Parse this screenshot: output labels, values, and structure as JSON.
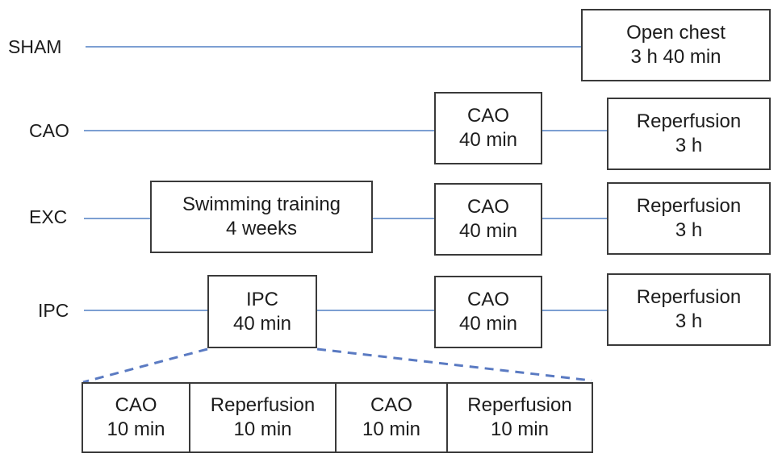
{
  "diagram": {
    "groups": [
      {
        "label": "SHAM",
        "boxes": [
          {
            "line1": "Open chest",
            "line2": "3 h 40 min"
          }
        ]
      },
      {
        "label": "CAO",
        "boxes": [
          {
            "line1": "CAO",
            "line2": "40 min"
          },
          {
            "line1": "Reperfusion",
            "line2": "3 h"
          }
        ]
      },
      {
        "label": "EXC",
        "boxes": [
          {
            "line1": "Swimming training",
            "line2": "4 weeks"
          },
          {
            "line1": "CAO",
            "line2": "40 min"
          },
          {
            "line1": "Reperfusion",
            "line2": "3 h"
          }
        ]
      },
      {
        "label": "IPC",
        "boxes": [
          {
            "line1": "IPC",
            "line2": "40 min"
          },
          {
            "line1": "CAO",
            "line2": "40 min"
          },
          {
            "line1": "Reperfusion",
            "line2": "3 h"
          }
        ]
      }
    ],
    "ipc_detail": {
      "boxes": [
        {
          "line1": "CAO",
          "line2": "10 min"
        },
        {
          "line1": "Reperfusion",
          "line2": "10 min"
        },
        {
          "line1": "CAO",
          "line2": "10 min"
        },
        {
          "line1": "Reperfusion",
          "line2": "10 min"
        }
      ]
    },
    "colors": {
      "timeline": "#7c9fd2",
      "dashed": "#5a7ac2",
      "border": "#3a3a3a",
      "text": "#1c1c1c"
    }
  }
}
